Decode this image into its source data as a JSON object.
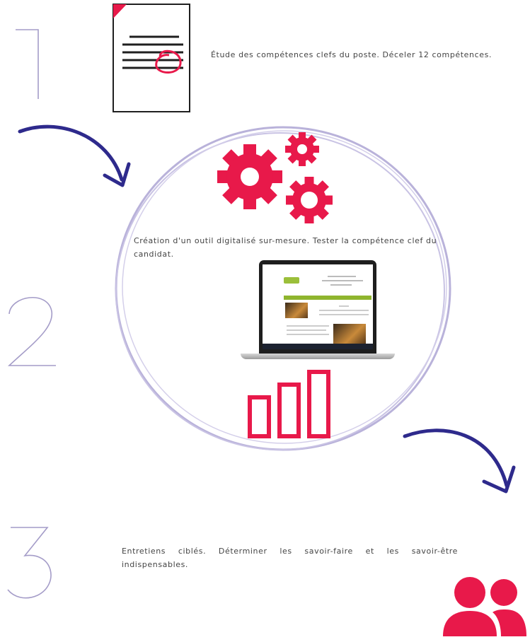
{
  "steps": [
    {
      "number": "1",
      "text": "Étude des compétences clefs du poste. Déceler 12 compétences."
    },
    {
      "number": "2",
      "text": "Création d'un outil digitalisé sur-mesure. Tester la compétence clef du candidat."
    },
    {
      "number": "3",
      "text": "Entretiens ciblés. Déterminer les savoir-faire et les savoir-être indispensables."
    }
  ],
  "colors": {
    "accent": "#e8194a",
    "numbers": "#a49cc8",
    "circle": "#b9b2da",
    "arrows": "#2e2a8c",
    "document_outline": "#1f1f1f"
  },
  "icons": [
    "document-icon",
    "gears-icon",
    "laptop-icon",
    "bar-chart-icon",
    "people-icon",
    "arrow-icon"
  ]
}
